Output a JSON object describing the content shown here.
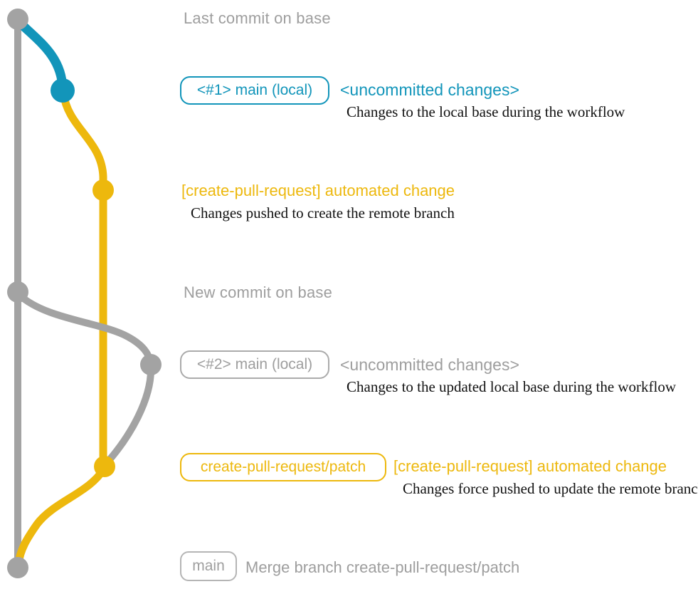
{
  "colors": {
    "gray_line": "#a3a3a3",
    "teal": "#1295ba",
    "gold": "#edb80d",
    "gray_text": "#9e9e9e",
    "note_text": "#111111"
  },
  "labels": {
    "last_commit": "Last commit on base",
    "branch1_box": "<#1> main (local)",
    "branch1_status": "<uncommitted changes>",
    "branch1_desc": "Changes to the local base during the workflow",
    "push1_title": "[create-pull-request] automated change",
    "push1_desc": "Changes pushed to create the remote branch",
    "new_commit": "New commit on base",
    "branch2_box": "<#2> main (local)",
    "branch2_status": "<uncommitted changes>",
    "branch2_desc": "Changes to the updated local base during the workflow",
    "patch_box": "create-pull-request/patch",
    "push2_title": "[create-pull-request] automated change",
    "push2_desc": "Changes force pushed to update the remote branch",
    "main_box": "main",
    "merge_text": "Merge branch create-pull-request/patch"
  },
  "graph": {
    "commits": [
      {
        "name": "last-commit-on-base",
        "branch": "base",
        "color": "#a3a3a3"
      },
      {
        "name": "local-main-1",
        "branch": "main-local",
        "color": "#1295ba"
      },
      {
        "name": "automated-change-1",
        "branch": "create-pull-request/patch",
        "color": "#edb80d"
      },
      {
        "name": "new-commit-on-base",
        "branch": "base",
        "color": "#a3a3a3"
      },
      {
        "name": "local-main-2",
        "branch": "main-local",
        "color": "#a3a3a3"
      },
      {
        "name": "automated-change-2",
        "branch": "create-pull-request/patch",
        "color": "#edb80d"
      },
      {
        "name": "merge-commit",
        "branch": "base",
        "color": "#a3a3a3"
      }
    ]
  }
}
